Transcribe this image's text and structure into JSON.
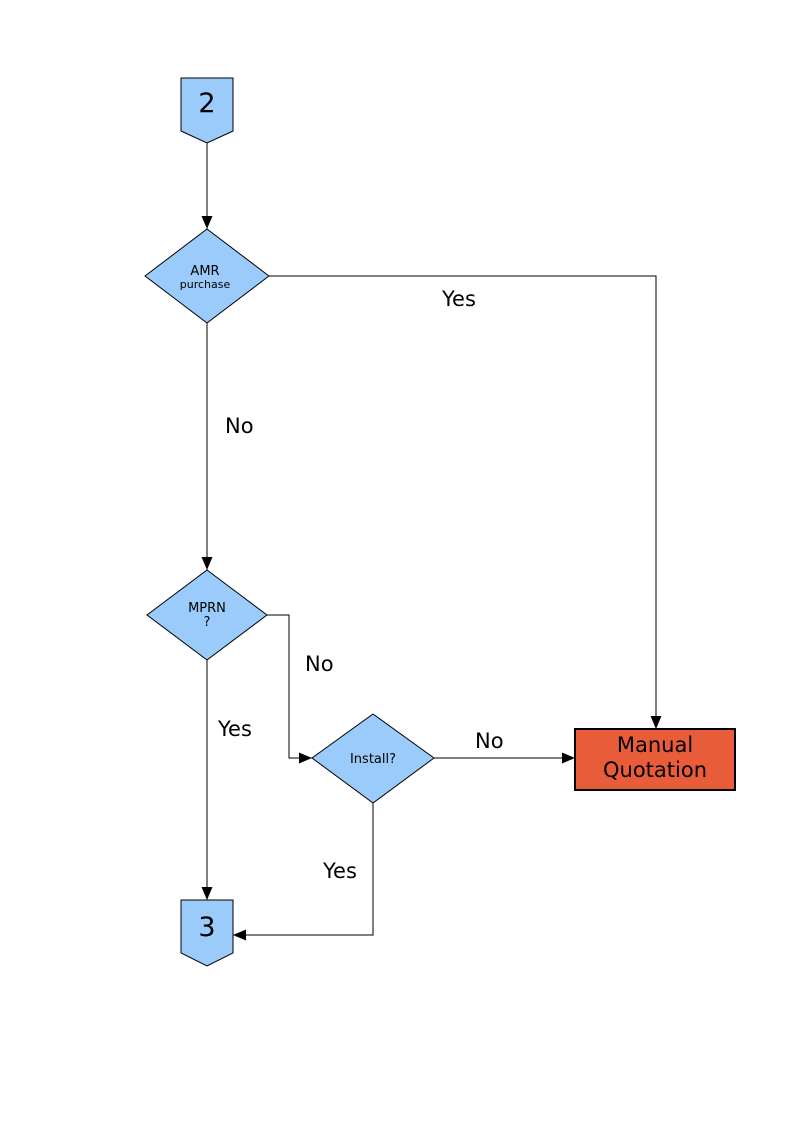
{
  "flowchart": {
    "colors": {
      "connector_fill": "#9BCBFA",
      "decision_fill": "#9BCBFA",
      "process_fill": "#E85C3A",
      "line": "#000000",
      "text": "#000000",
      "page_background": "#FFFFFF"
    },
    "nodes": {
      "connector_2": {
        "type": "off-page-connector",
        "label": "2"
      },
      "amr": {
        "type": "decision",
        "line1": "AMR",
        "line2": "purchase"
      },
      "mprn": {
        "type": "decision",
        "line1": "MPRN",
        "line2": "?"
      },
      "install": {
        "type": "decision",
        "label": "Install?"
      },
      "manual_quotation": {
        "type": "process",
        "line1": "Manual",
        "line2": "Quotation"
      },
      "connector_3": {
        "type": "off-page-connector",
        "label": "3"
      }
    },
    "edges": {
      "amr_yes_label": "Yes",
      "amr_no_label": "No",
      "mprn_no_label": "No",
      "mprn_yes_label": "Yes",
      "install_no_label": "No",
      "install_yes_label": "Yes"
    }
  }
}
